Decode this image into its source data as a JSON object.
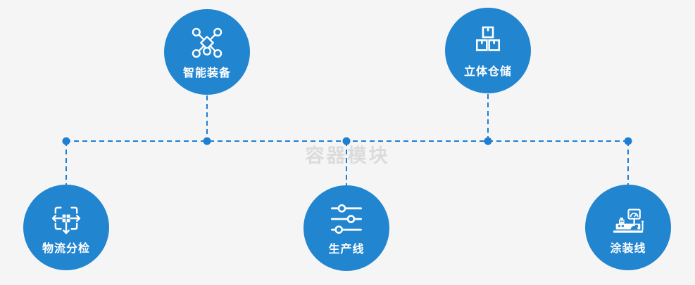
{
  "diagram": {
    "watermark": "容器模块",
    "nodes": [
      {
        "label": "智能装备",
        "icon": "network-nodes-icon"
      },
      {
        "label": "立体仓储",
        "icon": "stacked-boxes-icon"
      },
      {
        "label": "物流分检",
        "icon": "sorting-arrows-icon"
      },
      {
        "label": "生产线",
        "icon": "sliders-icon"
      },
      {
        "label": "涂装线",
        "icon": "control-station-icon"
      }
    ],
    "colors": {
      "circle": "#2285cf",
      "connector": "#1e7fd2",
      "background": "#f5f5f6",
      "icon_and_label": "#ffffff",
      "watermark": "#bdbdbd"
    }
  }
}
